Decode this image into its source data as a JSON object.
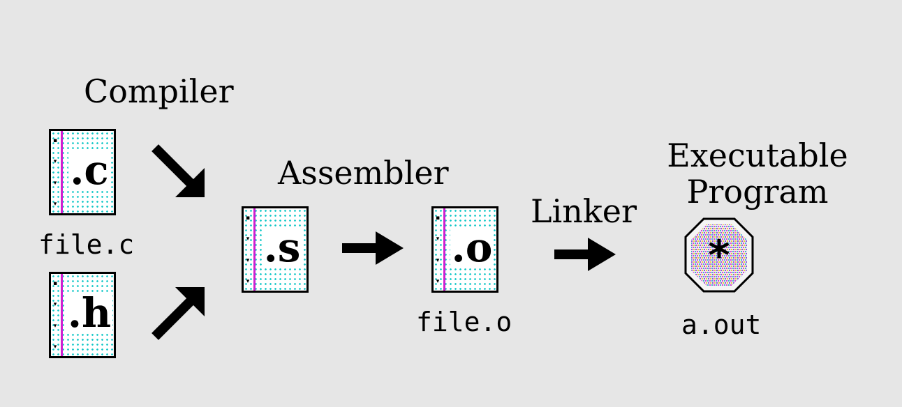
{
  "labels": {
    "compiler": "Compiler",
    "assembler": "Assembler",
    "linker": "Linker",
    "executable_line1": "Executable",
    "executable_line2": "Program"
  },
  "files": {
    "c_source": {
      "ext": ".c",
      "caption": "file.c"
    },
    "header": {
      "ext": ".h"
    },
    "assembly": {
      "ext": ".s"
    },
    "object": {
      "ext": ".o",
      "caption": "file.o"
    },
    "executable": {
      "symbol": "*",
      "caption": "a.out"
    }
  },
  "icons": {
    "document": "ruled-notebook-page-icon",
    "executable": "octagon-asterisk-icon",
    "arrow": "thick-black-arrow-icon"
  },
  "colors": {
    "background": "#e6e6e6",
    "page_grid": "#11c7c7",
    "margin_line": "#d01fd0",
    "ink": "#000000"
  }
}
